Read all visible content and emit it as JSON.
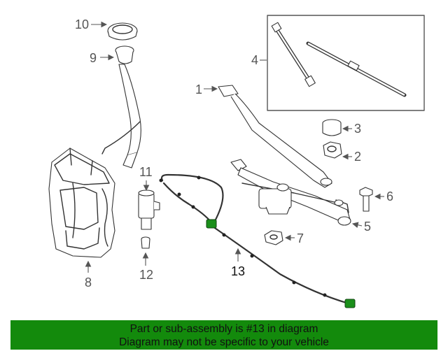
{
  "callouts": {
    "c1": "1",
    "c2": "2",
    "c3": "3",
    "c4": "4",
    "c5": "5",
    "c6": "6",
    "c7": "7",
    "c8": "8",
    "c9": "9",
    "c10": "10",
    "c11": "11",
    "c12": "12",
    "c13": "13"
  },
  "highlight_color": "#1a8f1a",
  "banner": {
    "line1": "Part or sub-assembly is #13 in diagram",
    "line2": "Diagram may not be specific to your vehicle",
    "background": "#138a0c"
  }
}
